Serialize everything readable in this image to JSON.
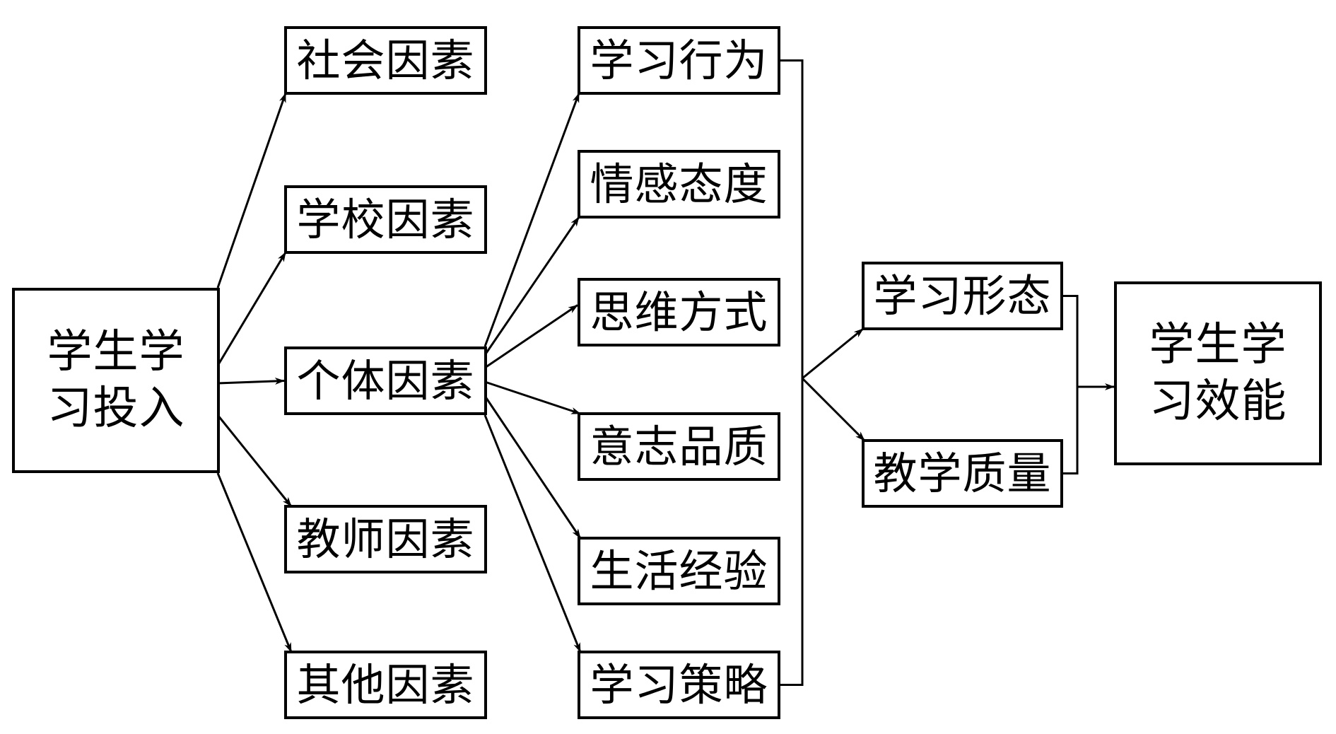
{
  "title": "学生学习投入与学习效能关系图",
  "colors": {
    "stroke": "#000000",
    "background": "#ffffff",
    "text": "#000000"
  },
  "nodes": {
    "input": "学生学习投入",
    "factors": [
      "社会因素",
      "学校因素",
      "个体因素",
      "教师因素",
      "其他因素"
    ],
    "individual_aspects": [
      "学习行为",
      "情感态度",
      "思维方式",
      "意志品质",
      "生活经验",
      "学习策略"
    ],
    "mediators": [
      "学习形态",
      "教学质量"
    ],
    "output": "学生学习效能"
  },
  "edges": [
    {
      "from": "学生学习投入",
      "to": "社会因素"
    },
    {
      "from": "学生学习投入",
      "to": "学校因素"
    },
    {
      "from": "学生学习投入",
      "to": "个体因素"
    },
    {
      "from": "学生学习投入",
      "to": "教师因素"
    },
    {
      "from": "学生学习投入",
      "to": "其他因素"
    },
    {
      "from": "个体因素",
      "to": "学习行为"
    },
    {
      "from": "个体因素",
      "to": "情感态度"
    },
    {
      "from": "个体因素",
      "to": "思维方式"
    },
    {
      "from": "个体因素",
      "to": "意志品质"
    },
    {
      "from": "个体因素",
      "to": "生活经验"
    },
    {
      "from": "个体因素",
      "to": "学习策略"
    },
    {
      "from": "学习行为…学习策略 (bracket)",
      "to": "学习形态"
    },
    {
      "from": "学习行为…学习策略 (bracket)",
      "to": "教学质量"
    },
    {
      "from": "学习形态+教学质量 (bracket)",
      "to": "学生学习效能"
    }
  ]
}
